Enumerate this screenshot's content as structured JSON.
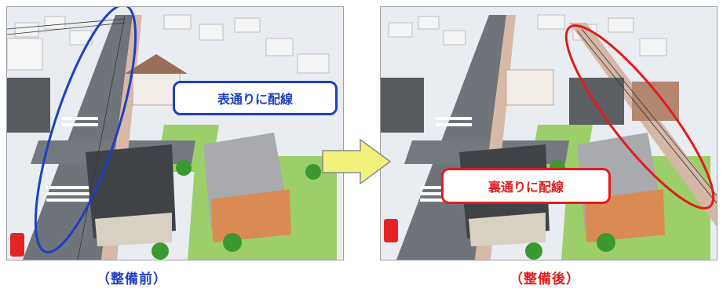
{
  "before": {
    "caption": "（整備前）",
    "callout_label": "表通りに配線"
  },
  "after": {
    "caption": "（整備後）",
    "callout_label": "裏通りに配線"
  },
  "colors": {
    "before_accent": "#1f3fc2",
    "after_accent": "#e31b1b",
    "arrow_fill": "#f2f27a",
    "arrow_stroke": "#8a8a8a"
  }
}
